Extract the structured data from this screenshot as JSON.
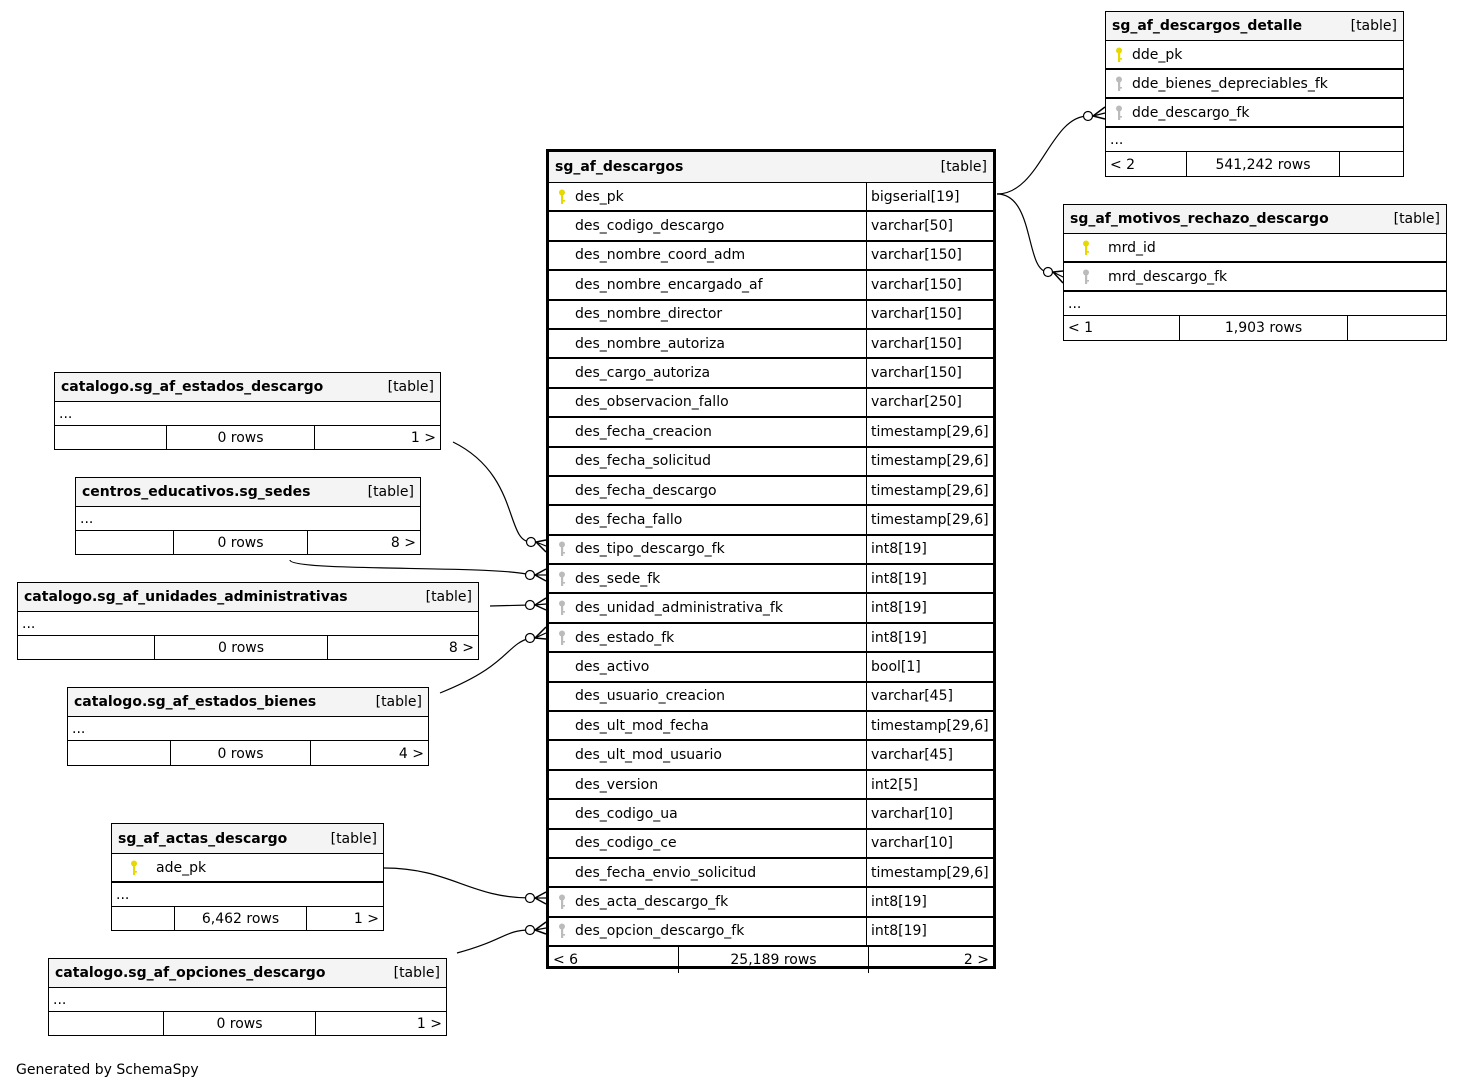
{
  "type_label": "[table]",
  "ellipsis": "...",
  "generated_by": "Generated by SchemaSpy",
  "colors": {
    "pk_key": "#e6d800",
    "fk_key": "#bbbbbb",
    "header_bg": "#f4f4f4"
  },
  "tables": [
    {
      "id": "main",
      "name": "sg_af_descargos",
      "columns": [
        {
          "name": "des_pk",
          "type": "bigserial[19]",
          "key": "pk"
        },
        {
          "name": "des_codigo_descargo",
          "type": "varchar[50]"
        },
        {
          "name": "des_nombre_coord_adm",
          "type": "varchar[150]"
        },
        {
          "name": "des_nombre_encargado_af",
          "type": "varchar[150]"
        },
        {
          "name": "des_nombre_director",
          "type": "varchar[150]"
        },
        {
          "name": "des_nombre_autoriza",
          "type": "varchar[150]"
        },
        {
          "name": "des_cargo_autoriza",
          "type": "varchar[150]"
        },
        {
          "name": "des_observacion_fallo",
          "type": "varchar[250]"
        },
        {
          "name": "des_fecha_creacion",
          "type": "timestamp[29,6]"
        },
        {
          "name": "des_fecha_solicitud",
          "type": "timestamp[29,6]"
        },
        {
          "name": "des_fecha_descargo",
          "type": "timestamp[29,6]"
        },
        {
          "name": "des_fecha_fallo",
          "type": "timestamp[29,6]"
        },
        {
          "name": "des_tipo_descargo_fk",
          "type": "int8[19]",
          "key": "fk"
        },
        {
          "name": "des_sede_fk",
          "type": "int8[19]",
          "key": "fk"
        },
        {
          "name": "des_unidad_administrativa_fk",
          "type": "int8[19]",
          "key": "fk"
        },
        {
          "name": "des_estado_fk",
          "type": "int8[19]",
          "key": "fk"
        },
        {
          "name": "des_activo",
          "type": "bool[1]"
        },
        {
          "name": "des_usuario_creacion",
          "type": "varchar[45]"
        },
        {
          "name": "des_ult_mod_fecha",
          "type": "timestamp[29,6]"
        },
        {
          "name": "des_ult_mod_usuario",
          "type": "varchar[45]"
        },
        {
          "name": "des_version",
          "type": "int2[5]"
        },
        {
          "name": "des_codigo_ua",
          "type": "varchar[10]"
        },
        {
          "name": "des_codigo_ce",
          "type": "varchar[10]"
        },
        {
          "name": "des_fecha_envio_solicitud",
          "type": "timestamp[29,6]"
        },
        {
          "name": "des_acta_descargo_fk",
          "type": "int8[19]",
          "key": "fk"
        },
        {
          "name": "des_opcion_descargo_fk",
          "type": "int8[19]",
          "key": "fk"
        }
      ],
      "footer": [
        "< 6",
        "25,189 rows",
        "2 >"
      ]
    },
    {
      "id": "detalle",
      "name": "sg_af_descargos_detalle",
      "columns": [
        {
          "name": "dde_pk",
          "key": "pk"
        },
        {
          "name": "dde_bienes_depreciables_fk",
          "key": "fk"
        },
        {
          "name": "dde_descargo_fk",
          "key": "fk"
        }
      ],
      "ellipsis": true,
      "footer": [
        "< 2",
        "541,242 rows",
        ""
      ]
    },
    {
      "id": "motivos",
      "name": "sg_af_motivos_rechazo_descargo",
      "columns": [
        {
          "name": "mrd_id",
          "key": "pk"
        },
        {
          "name": "mrd_descargo_fk",
          "key": "fk"
        }
      ],
      "ellipsis": true,
      "footer": [
        "< 1",
        "1,903 rows",
        ""
      ]
    },
    {
      "id": "estados_descargo",
      "name": "catalogo.sg_af_estados_descargo",
      "columns": [],
      "ellipsis": true,
      "footer": [
        "",
        "0 rows",
        "1 >"
      ]
    },
    {
      "id": "sedes",
      "name": "centros_educativos.sg_sedes",
      "columns": [],
      "ellipsis": true,
      "footer": [
        "",
        "0 rows",
        "8 >"
      ]
    },
    {
      "id": "unidades",
      "name": "catalogo.sg_af_unidades_administrativas",
      "columns": [],
      "ellipsis": true,
      "footer": [
        "",
        "0 rows",
        "8 >"
      ]
    },
    {
      "id": "estados_bienes",
      "name": "catalogo.sg_af_estados_bienes",
      "columns": [],
      "ellipsis": true,
      "footer": [
        "",
        "0 rows",
        "4 >"
      ]
    },
    {
      "id": "actas",
      "name": "sg_af_actas_descargo",
      "columns": [
        {
          "name": "ade_pk",
          "key": "pk"
        }
      ],
      "ellipsis": true,
      "footer": [
        "",
        "6,462 rows",
        "1 >"
      ]
    },
    {
      "id": "opciones",
      "name": "catalogo.sg_af_opciones_descargo",
      "columns": [],
      "ellipsis": true,
      "footer": [
        "",
        "0 rows",
        "1 >"
      ]
    }
  ]
}
